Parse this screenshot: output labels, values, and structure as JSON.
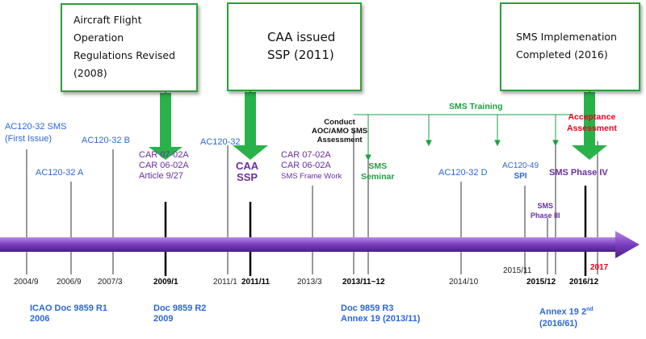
{
  "callouts": {
    "aircraft": [
      "Aircraft Flight",
      "Operation",
      "Regulations Revised",
      "(2008)"
    ],
    "caa_ssp": [
      "CAA issued",
      "SSP  (2011)"
    ],
    "sms_impl": [
      "SMS Implemenation",
      "Completed (2016)"
    ]
  },
  "top_labels": {
    "ac_first_1": "AC120-32 SMS",
    "ac_first_2": "(First Issue)",
    "ac_a": "AC120-32 A",
    "ac_b": "AC120-32 B",
    "car_group_1": [
      "CAR 07-02A",
      "CAR 06-02A",
      "Article 9/27"
    ],
    "ac_c": "AC120-32",
    "caa_ssp": [
      "CAA",
      "SSP"
    ],
    "car_group_2": [
      "CAR 07-02A",
      "CAR 06-02A",
      "SMS Frame Work"
    ],
    "conduct": [
      "Conduct",
      "AOC/AMO SMS",
      "Assessment"
    ],
    "sms_seminar": [
      "SMS",
      "Seminar"
    ],
    "sms_training": "SMS Training",
    "ac_d": "AC120-32 D",
    "ac_49": [
      "AC120-49",
      "SPI"
    ],
    "sms_phase3": [
      "SMS",
      "Phase III"
    ],
    "sms_phase4": "SMS Phase IV",
    "acceptance": [
      "Acceptance",
      "Assessment"
    ]
  },
  "years": [
    "2004/9",
    "2006/9",
    "2007/3",
    "2009/1",
    "2011/1",
    "2011/11",
    "2013/3",
    "2013/11~12",
    "2014/10",
    "2015/11",
    "2015/12",
    "2016/12",
    "2017"
  ],
  "bottom_labels": {
    "icao_r1": [
      "ICAO Doc 9859 R1",
      "2006"
    ],
    "doc_r2": [
      "Doc 9859 R2",
      "2009"
    ],
    "doc_r3": [
      "Doc 9859 R3",
      "Annex 19 (2013/11)"
    ],
    "annex_2nd_a": "Annex 19 2",
    "annex_2nd_sup": "nd",
    "annex_2nd_b": "(2016/61)"
  },
  "colors": {
    "axis": "#7a3dc0",
    "callout_border": "#2f9e3a",
    "big_arrow": "#29b24a",
    "training": "#1aa140",
    "blue": "#2b67d8",
    "purple": "#6a2ea0",
    "red": "#e8001c"
  }
}
